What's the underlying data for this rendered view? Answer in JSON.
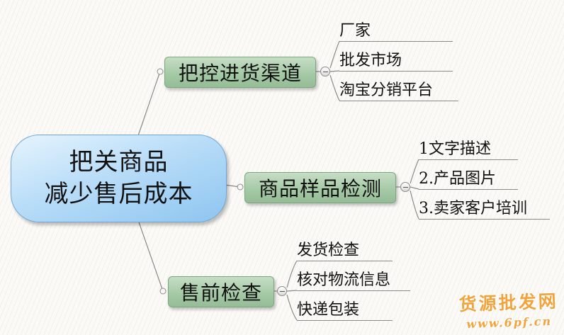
{
  "root": {
    "label": "把关商品\n减少售后成本"
  },
  "branches": [
    {
      "label": "把控进货渠道",
      "children": [
        "厂家",
        "批发市场",
        "淘宝分销平台"
      ]
    },
    {
      "label": "商品样品检测",
      "children": [
        "1文字描述",
        "2.产品图片",
        "3.卖家客户培训"
      ]
    },
    {
      "label": "售前检查",
      "children": [
        "发货检查",
        "核对物流信息",
        "快递包装"
      ]
    }
  ],
  "watermark": {
    "title": "货源批发网",
    "url": "www.6pf.cn"
  },
  "colors": {
    "root_fill_top": "#e6f4fd",
    "root_fill_bottom": "#8ec5f0",
    "root_border": "#6fa8d6",
    "branch_fill": "#a3c8a4",
    "branch_border": "#79a87b",
    "connector_line": "#8a8a8a",
    "watermark": "#f2a33c"
  }
}
